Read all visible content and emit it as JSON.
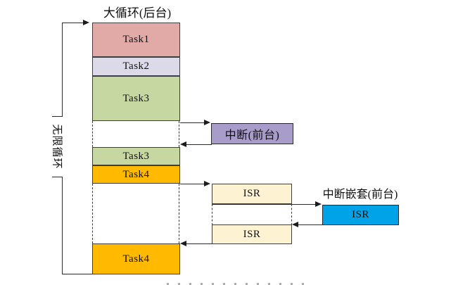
{
  "diagram": {
    "title": "大循环(后台)",
    "loop_label": "无限循环",
    "background_column": {
      "tasks": [
        {
          "label": "Task1",
          "color": "#e2aaa6"
        },
        {
          "label": "Task2",
          "color": "#dcd9e9"
        },
        {
          "label": "Task3",
          "color": "#c6d7a2"
        },
        {
          "label": "Task3",
          "color": "#c6d7a2"
        },
        {
          "label": "Task4",
          "color": "#ffba00"
        },
        {
          "label": "Task4",
          "color": "#ffba00"
        }
      ]
    },
    "interrupt_box": {
      "label": "中断(前台)",
      "color": "#a89cca"
    },
    "isr_boxes": [
      {
        "label": "ISR",
        "color": "#fdf3d2"
      },
      {
        "label": "ISR",
        "color": "#fdf3d2"
      }
    ],
    "nested_interrupt": {
      "title": "中断嵌套(前台)",
      "isr_label": "ISR",
      "color": "#00a3e8"
    },
    "line_color": "#2b2b2b"
  }
}
